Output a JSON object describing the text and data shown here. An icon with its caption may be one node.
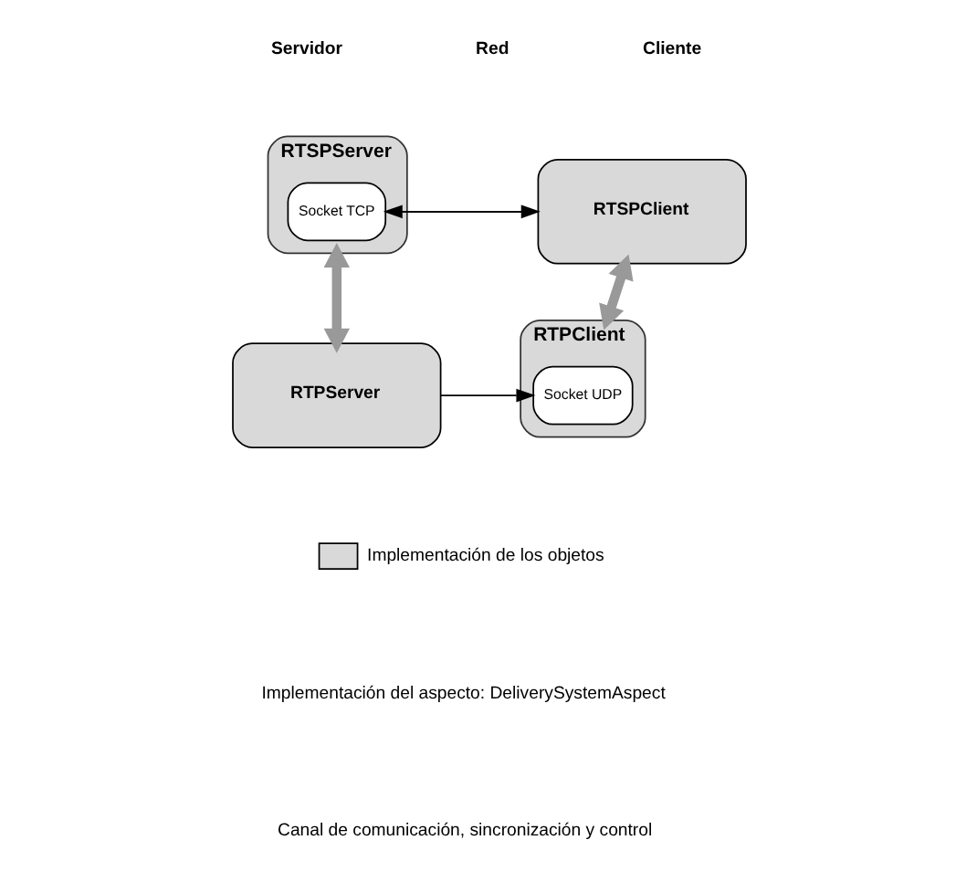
{
  "diagram": {
    "nodes": [
      {
        "text": [
          "RTSPServer"
        ]
      },
      {
        "text": [
          "Socket TCP"
        ],
        "in": 0
      },
      {
        "text": [
          "RTSPClient"
        ]
      },
      {
        "text": [
          "RTPServer"
        ]
      },
      {
        "text": [
          "RTPClient"
        ]
      },
      {
        "text": [
          "Socket UDP"
        ],
        "in": 4
      }
    ],
    "edges": [
      {
        "from": 2,
        "to": 1,
        "arrow": "to"
      },
      {
        "from": 1,
        "to": 2,
        "arrow": "to"
      },
      {
        "from": 0,
        "to": 3,
        "arrow": "both",
        "style": "thick",
        "color": "#999999"
      },
      {
        "from": 2,
        "to": 4,
        "arrow": "both",
        "style": "thick",
        "color": "#999999"
      },
      {
        "from": 3,
        "to": 5,
        "arrow": "to"
      }
    ],
    "labels": [
      "Servidor",
      "Red",
      "Cliente"
    ],
    "legend": [
      {
        "text": "Implementación de los objetos",
        "color": "#d9d9d9"
      },
      {
        "text": "Implementación del aspecto: DeliverySystemAspect"
      },
      {
        "text": "Canal de comunicación, sincronización y control"
      }
    ]
  }
}
